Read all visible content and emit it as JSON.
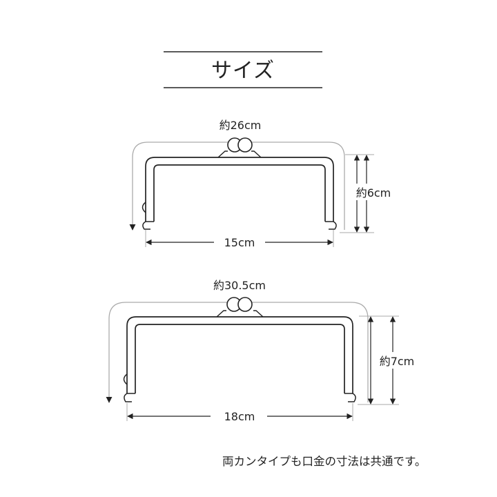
{
  "title": "サイズ",
  "frames": [
    {
      "width_label": "15cm",
      "height_label": "約6cm",
      "span_label": "約26cm"
    },
    {
      "width_label": "18cm",
      "height_label": "約7cm",
      "span_label": "約30.5cm"
    }
  ],
  "note": "両カンタイプも口金の寸法は共通です。",
  "colors": {
    "ink": "#222222",
    "arc": "#aaaaaa",
    "background": "#ffffff"
  }
}
